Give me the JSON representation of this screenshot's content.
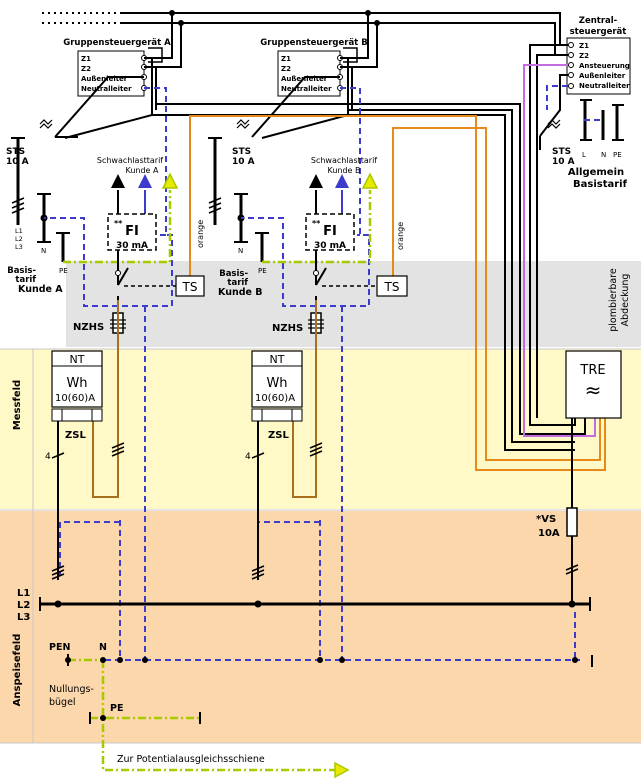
{
  "labels": {
    "gsg_a_title": "Gruppensteuergerät A",
    "gsg_b_title": "Gruppensteuergerät B",
    "zsg_title_1": "Zentral-",
    "zsg_title_2": "steuergerät",
    "term_z1": "Z1",
    "term_z2": "Z2",
    "term_aussen": "Außenleiter",
    "term_neutral": "Neutralleiter",
    "term_ansteuerung": "Ansteuerung",
    "sts": "STS",
    "sts_rating": "10 A",
    "schwachlast_a_1": "Schwachlasttarif",
    "schwachlast_a_2": "Kunde A",
    "schwachlast_b_1": "Schwachlasttarif",
    "schwachlast_b_2": "Kunde B",
    "fi": "FI",
    "fi_stars": "**",
    "fi_rating": "30 mA",
    "orange": "orange",
    "l_phase": "L1",
    "l_phase2": "L2",
    "l_phase3": "L3",
    "n": "N",
    "pe": "PE",
    "l": "L",
    "basistarif_a_1": "Basis-",
    "basistarif_a_2": "tarif",
    "kunde_a": "Kunde A",
    "basistarif_b_1": "Basis-",
    "basistarif_b_2": "tarif",
    "kunde_b": "Kunde B",
    "ts": "TS",
    "nzhs": "NZHS",
    "plombierbare_1": "plombierbare",
    "plombierbare_2": "Abdeckung",
    "messfeld": "Messfeld",
    "anspeisefeld": "Anspeisefeld",
    "nt": "NT",
    "wh": "Wh",
    "meter_rating": "10(60)A",
    "zsl": "ZSL",
    "tre": "TRE",
    "tre_symbol": "≈",
    "vs_1": "*VS",
    "vs_2": "10A",
    "allgemein_1": "Allgemein",
    "allgemein_2": "Basistarif",
    "pen": "PEN",
    "nullungs_1": "Nullungs-",
    "nullungs_2": "bügel",
    "potential": "Zur Potentialausgleichsschiene",
    "wire_count_4": "4"
  },
  "colors": {
    "messfeld_bg": "#fff9c8",
    "anspeisefeld_bg": "#fcd7ac",
    "abdeckung_bg": "#e3e3e3",
    "neutral_blue": "#3b3bcc",
    "pe_green": "#a8c800",
    "pe_yellow": "#e9e900",
    "orange_wire": "#e88a1a",
    "brown_wire": "#a6701f",
    "violet_wire": "#c46ce0"
  }
}
